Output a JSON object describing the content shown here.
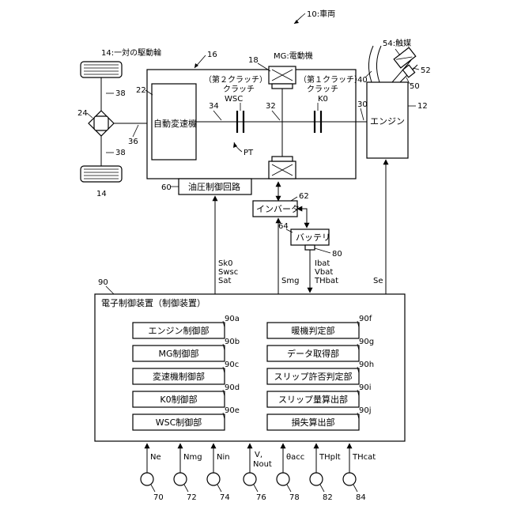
{
  "refs": {
    "vehicle": "10:車両",
    "wheels": "14:一対の駆動輪",
    "wheel_lower": "14",
    "power_transmission": "16",
    "mg_case": "18",
    "transmission": "22",
    "differential": "24",
    "connecting_shaft": "30",
    "intermediate_shaft": "32",
    "input_shaft": "34",
    "output_shaft": "36",
    "axle_upper": "38",
    "axle_lower": "38",
    "engine": "12",
    "exhaust_pipe": "40",
    "catalyst": "54:触媒",
    "exhaust_sensor_a": "52",
    "exhaust_sensor_b": "50",
    "hydraulic": "60",
    "inverter": "62",
    "battery": "64",
    "battery_sensor": "80",
    "controller": "90",
    "pt": "PT"
  },
  "labels": {
    "mg": "MG:電動機",
    "clutch2_paren": "（第２クラッチ）",
    "clutch2_name": "クラッチ",
    "clutch2_code": "WSC",
    "clutch1_paren": "（第１クラッチ）",
    "clutch1_name": "クラッチ",
    "clutch1_code": "K0",
    "transmission": "自動変速機",
    "engine": "エンジン",
    "hydraulic": "油圧制御回路",
    "inverter": "インバータ",
    "battery": "バッテリ",
    "controller_title": "電子制御装置（制御装置）"
  },
  "signals": {
    "hyd": [
      "Sk0",
      "Swsc",
      "Sat"
    ],
    "mg": "Smg",
    "battery": [
      "Ibat",
      "Vbat",
      "THbat"
    ],
    "engine": "Se"
  },
  "units_left": [
    {
      "label": "エンジン制御部",
      "ref": "90a"
    },
    {
      "label": "MG制御部",
      "ref": "90b"
    },
    {
      "label": "変速機制御部",
      "ref": "90c"
    },
    {
      "label": "K0制御部",
      "ref": "90d"
    },
    {
      "label": "WSC制御部",
      "ref": "90e"
    }
  ],
  "units_right": [
    {
      "label": "暖機判定部",
      "ref": "90f"
    },
    {
      "label": "データ取得部",
      "ref": "90g"
    },
    {
      "label": "スリップ許否判定部",
      "ref": "90h"
    },
    {
      "label": "スリップ量算出部",
      "ref": "90i"
    },
    {
      "label": "損失算出部",
      "ref": "90j"
    }
  ],
  "sensors": [
    {
      "signal": "Ne",
      "ref": "70"
    },
    {
      "signal": "Nmg",
      "ref": "72"
    },
    {
      "signal": "Nin",
      "ref": "74"
    },
    {
      "signal": "V,",
      "signal2": "Nout",
      "ref": "76"
    },
    {
      "signal": "θacc",
      "ref": "78"
    },
    {
      "signal": "THplt",
      "ref": "82"
    },
    {
      "signal": "THcat",
      "ref": "84"
    }
  ]
}
